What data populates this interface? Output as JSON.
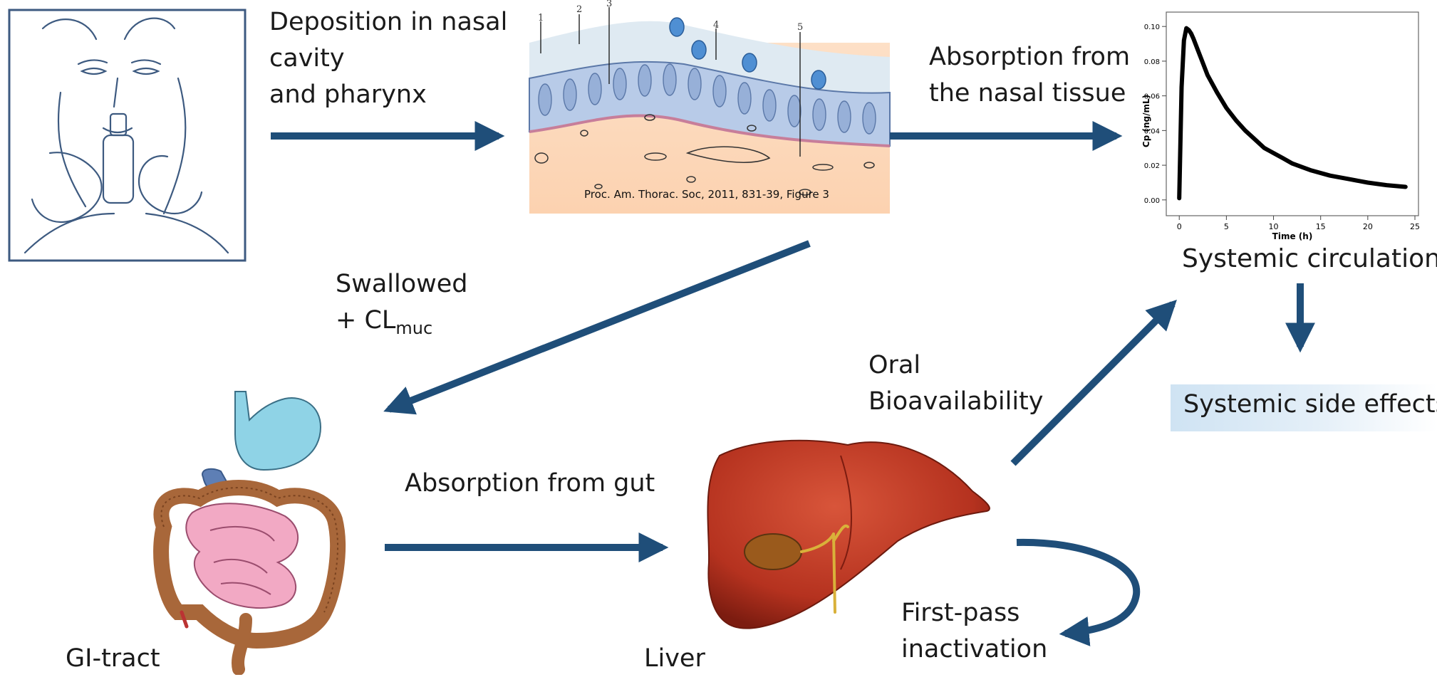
{
  "labels": {
    "deposition": [
      "Deposition in nasal",
      "cavity",
      "and pharynx"
    ],
    "absorption_nasal": [
      "Absorption from",
      "the nasal tissue"
    ],
    "swallowed": "Swallowed",
    "clmuc_prefix": "+ CL",
    "clmuc_sub": "muc",
    "oral_bioavailability": [
      "Oral",
      "Bioavailability"
    ],
    "absorption_gut": "Absorption from gut",
    "first_pass": [
      "First-pass",
      "inactivation"
    ],
    "systemic_circulation": "Systemic circulation",
    "systemic_side_effects": "Systemic side effects",
    "gi_tract": "GI-tract",
    "liver": "Liver"
  },
  "nasal_figure": {
    "citation": "Proc. Am. Thorac. Soc, 2011, 831-39, Figure 3",
    "layer_numbers": [
      "1",
      "2",
      "3",
      "4",
      "5"
    ]
  },
  "colors": {
    "arrow": "#1f4e79",
    "liver": "#b5321f",
    "stomach": "#8fd3e6",
    "small_intestine": "#f2a9c4",
    "large_intestine": "#a8673a",
    "gallbladder": "#9a5a1c",
    "epithelium": "#b8cbe8",
    "submucosa": "#fbd9bd"
  },
  "chart_data": {
    "type": "line",
    "xlabel": "Time (h)",
    "ylabel": "Cp (ng/mL)",
    "xlim": [
      -1,
      25
    ],
    "ylim": [
      -0.005,
      0.105
    ],
    "xticks": [
      0,
      5,
      10,
      15,
      20,
      25
    ],
    "yticks": [
      0.0,
      0.02,
      0.04,
      0.06,
      0.08,
      0.1
    ],
    "ytick_labels": [
      "0.00",
      "0.02",
      "0.04",
      "0.06",
      "0.08",
      "0.10"
    ],
    "series": [
      {
        "x": [
          0,
          0.25,
          0.5,
          0.75,
          1,
          1.25,
          1.5,
          2,
          2.5,
          3,
          4,
          5,
          6,
          7,
          8,
          9,
          10,
          11,
          12,
          14,
          16,
          18,
          20,
          22,
          24
        ],
        "values": [
          0.001,
          0.065,
          0.092,
          0.099,
          0.098,
          0.096,
          0.093,
          0.086,
          0.079,
          0.072,
          0.062,
          0.053,
          0.046,
          0.04,
          0.035,
          0.03,
          0.027,
          0.024,
          0.021,
          0.017,
          0.014,
          0.012,
          0.01,
          0.0085,
          0.0075
        ]
      }
    ],
    "grid": false
  }
}
